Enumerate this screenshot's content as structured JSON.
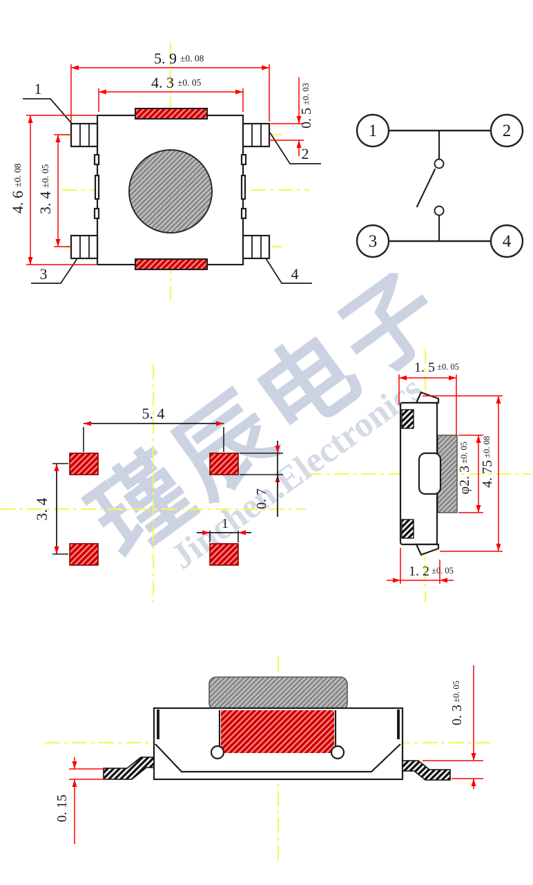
{
  "watermark": {
    "chinese": "瑾辰电子",
    "english": "Jinchen.Electronics"
  },
  "colors": {
    "dimension_line": "#fa0000",
    "centerline_yellow": "#f6f65f",
    "drawing_line": "#1c1c1c",
    "pad_red": "#ee1111",
    "button_gray": "#9e9e9e",
    "watermark_blue": "#c3cbdc"
  },
  "top_view": {
    "pins": {
      "p1": "1",
      "p2": "2",
      "p3": "3",
      "p4": "4"
    },
    "dims": {
      "outer_width": {
        "value": "5. 9",
        "tol": "±0. 08"
      },
      "inner_width": {
        "value": "4. 3",
        "tol": "±0. 05"
      },
      "terminal_height": {
        "value": "0. 5",
        "tol": "±0. 03"
      },
      "outer_height": {
        "value": "4. 6",
        "tol": "±0. 08"
      },
      "inner_height": {
        "value": "3. 4",
        "tol": "±0. 05"
      }
    }
  },
  "circuit": {
    "terminals": {
      "t1": "1",
      "t2": "2",
      "t3": "3",
      "t4": "4"
    }
  },
  "footprint": {
    "dims": {
      "pitch_x": "5. 4",
      "pitch_y": "3. 4",
      "pad_height": "0. 7",
      "pad_width": "1"
    }
  },
  "side_view": {
    "dims": {
      "top_width": {
        "value": "1. 5",
        "tol": "±0. 05"
      },
      "stem_diameter": {
        "value": "φ2. 3",
        "tol": "±0. 05"
      },
      "total_height": {
        "value": "4. 75",
        "tol": "±0. 08"
      },
      "base_width": {
        "value": "1. 2",
        "tol": "±0. 05"
      }
    }
  },
  "front_view": {
    "dims": {
      "lead_height": {
        "value": "0. 3",
        "tol": "±0. 05"
      },
      "lead_thickness": {
        "value": "0. 15"
      }
    }
  }
}
